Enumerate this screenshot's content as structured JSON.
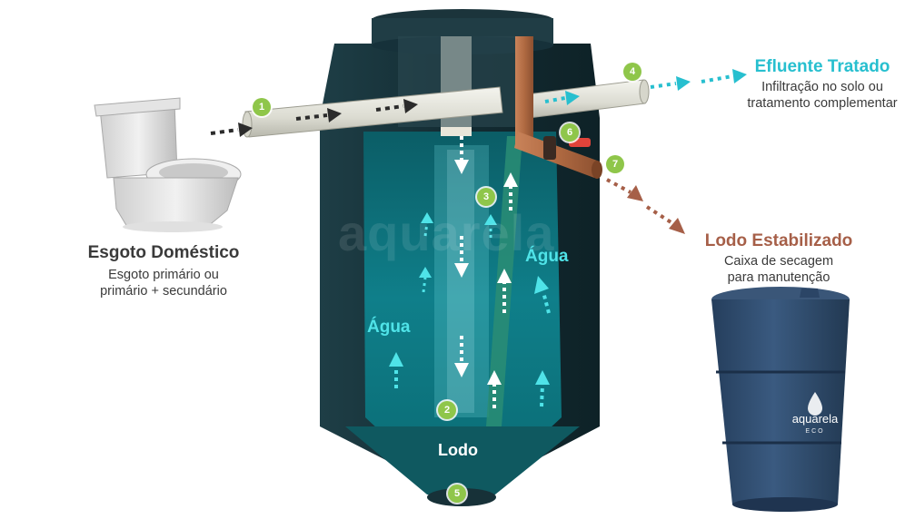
{
  "source": {
    "title": "Esgoto Doméstico",
    "subtitle_line1": "Esgoto primário ou",
    "subtitle_line2": "primário + secundário"
  },
  "effluent": {
    "title": "Efluente Tratado",
    "subtitle_line1": "Infiltração no solo ou",
    "subtitle_line2": "tratamento complementar"
  },
  "sludge": {
    "title": "Lodo Estabilizado",
    "subtitle_line1": "Caixa de secagem",
    "subtitle_line2": "para manutenção"
  },
  "tank_labels": {
    "water_left": "Água",
    "water_right": "Água",
    "sludge": "Lodo",
    "watermark": "aquarela"
  },
  "drying_box_brand": {
    "name": "aquarela",
    "suffix": "ECO"
  },
  "steps": [
    "1",
    "2",
    "3",
    "4",
    "5",
    "6",
    "7"
  ],
  "colors": {
    "effluent": "#27bfcf",
    "sludge": "#a65f48",
    "dark_text": "#3a3a3a",
    "badge": "#8fc64a",
    "tank_body": "#17323a",
    "water": "#0d8a96",
    "arrows_in_tank": "#4fe3e8",
    "drying_box": "#2f4a6a"
  }
}
